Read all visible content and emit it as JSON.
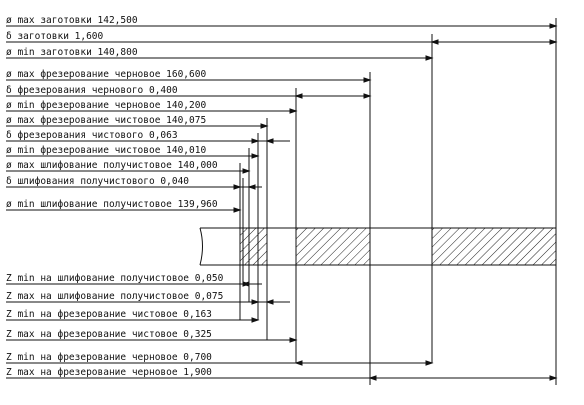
{
  "diagram": {
    "top_labels": [
      "ø max заготовки 142,500",
      "δ заготовки 1,600",
      "ø min заготовки 140,800",
      "ø max фрезерование черновое 160,600",
      "δ фрезерования чернового 0,400",
      "ø min фрезерование черновое 140,200",
      "ø max фрезерование чистовое 140,075",
      "δ фрезерования чистового 0,063",
      "ø min фрезерование чистовое 140,010",
      "ø max шлифование получистовое 140,000",
      "δ шлифования получистового 0,040",
      "ø min шлифование получистовое 139,960"
    ],
    "bottom_labels": [
      "Z min на шлифование получистовое 0,050",
      "Z max на шлифование получистовое 0,075",
      "Z min на фрезерование чистовое 0,163",
      "Z max на фрезерование чистовое 0,325",
      "Z min  на фрезерование черновое 0,700",
      "Z max на фрезерование черновое 1,900"
    ],
    "colors": {
      "line": "#111111",
      "background": "#ffffff"
    }
  }
}
